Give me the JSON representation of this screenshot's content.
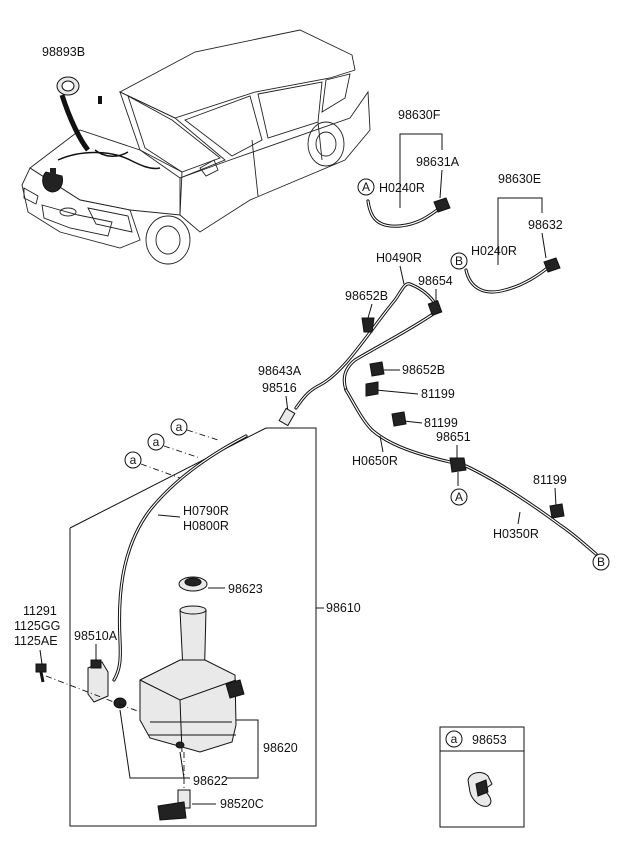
{
  "labels": {
    "p98893B": "98893B",
    "p98630F": "98630F",
    "p98631A": "98631A",
    "p98630E": "98630E",
    "p98632": "98632",
    "h0240R_top": "H0240R",
    "h0240R_right": "H0240R",
    "h0490R": "H0490R",
    "p98654": "98654",
    "p98652B_top": "98652B",
    "p98652B_mid": "98652B",
    "p81199_1": "81199",
    "p81199_2": "81199",
    "p81199_3": "81199",
    "p98643A": "98643A",
    "p98516": "98516",
    "p98651": "98651",
    "h0650R": "H0650R",
    "h0350R": "H0350R",
    "h0790R": "H0790R",
    "h0800R": "H0800R",
    "p98623": "98623",
    "p98610": "98610",
    "p11291": "11291",
    "p1125GG": "1125GG",
    "p1125AE": "1125AE",
    "p98510A": "98510A",
    "p98620": "98620",
    "p98622": "98622",
    "p98520C": "98520C",
    "legend_part": "98653"
  },
  "callouts": {
    "A": "A",
    "B": "B",
    "a": "a"
  }
}
